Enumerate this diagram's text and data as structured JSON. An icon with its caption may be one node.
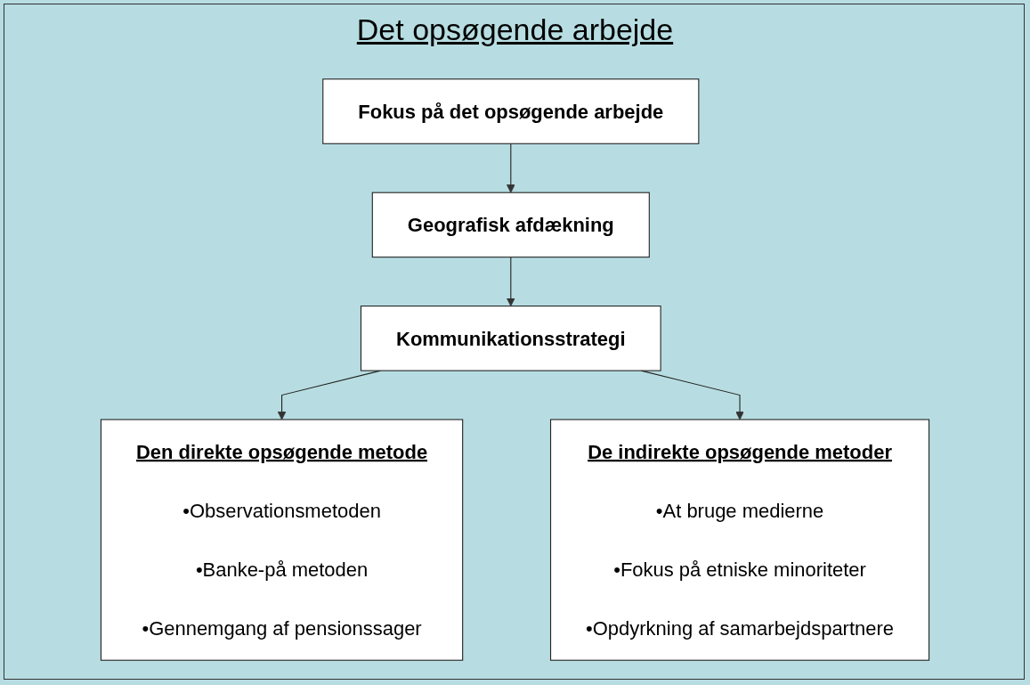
{
  "diagram": {
    "title": "Det opsøgende arbejde",
    "nodes": [
      {
        "text": [
          "Fokus på det opsøgende arbejde"
        ]
      },
      {
        "text": [
          "Geografisk afdækning"
        ]
      },
      {
        "text": [
          "Kommunikationsstrategi"
        ]
      },
      {
        "text": [
          "Den direkte opsøgende metode",
          "•Observationsmetoden",
          "•Banke-på metoden",
          "•Gennemgang af pensionssager"
        ]
      },
      {
        "text": [
          "De indirekte opsøgende metoder",
          "•At bruge medierne",
          "•Fokus på etniske minoriteter",
          "•Opdyrkning af samarbejdspartnere"
        ]
      }
    ],
    "edges": [
      {
        "from": 0,
        "to": 1,
        "arrow": "to"
      },
      {
        "from": 1,
        "to": 2,
        "arrow": "to"
      },
      {
        "from": 2,
        "to": 3,
        "arrow": "to"
      },
      {
        "from": 2,
        "to": 4,
        "arrow": "to"
      }
    ]
  }
}
